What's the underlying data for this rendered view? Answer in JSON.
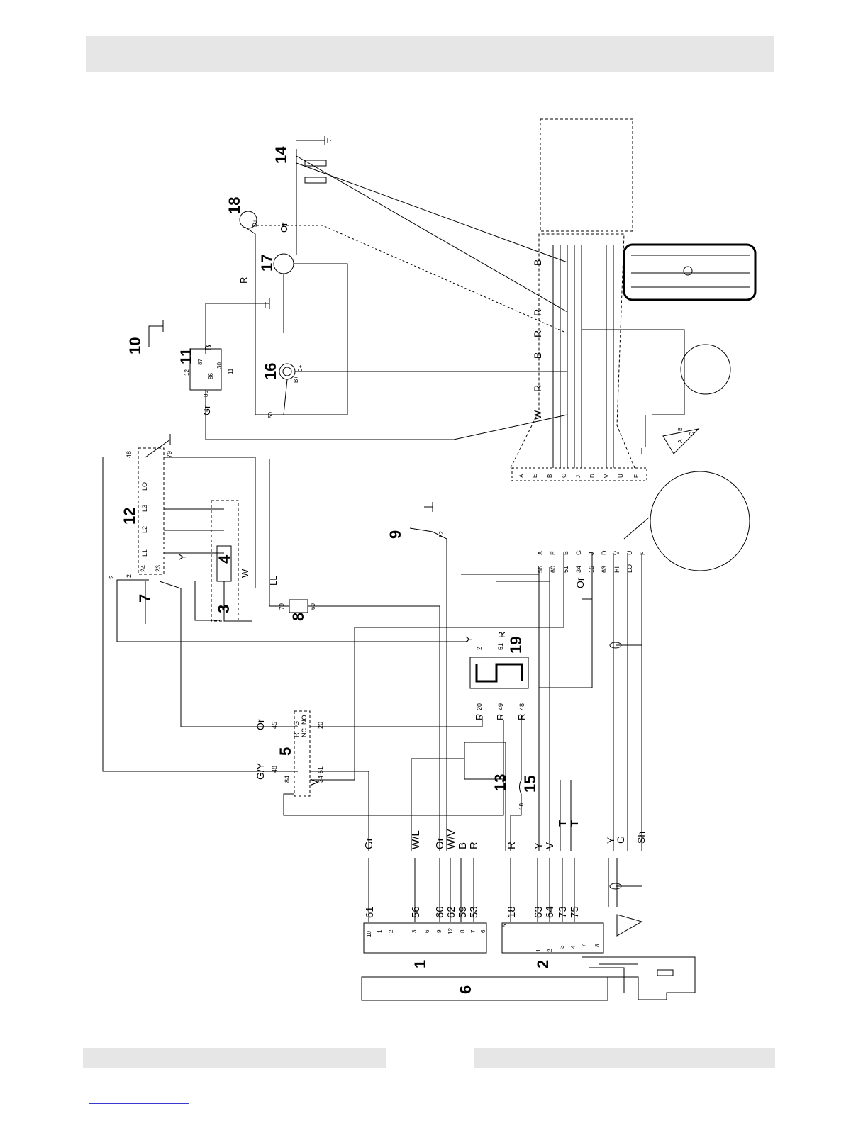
{
  "component_numbers": {
    "c1": "1",
    "c2": "2",
    "c3": "3",
    "c4": "4",
    "c5": "5",
    "c6": "6",
    "c7": "7",
    "c8": "8",
    "c9": "9",
    "c10": "10",
    "c11": "11",
    "c12": "12",
    "c13": "13",
    "c14": "14",
    "c15": "15",
    "c16": "16",
    "c17": "17",
    "c18": "18",
    "c19": "19"
  },
  "terminal_block_1": {
    "wire_numbers": [
      "61",
      "56",
      "60",
      "62",
      "59",
      "53"
    ],
    "wire_colors": [
      "Gr",
      "W/L",
      "Or",
      "W/V",
      "B",
      "R"
    ],
    "pins": [
      "10",
      "1",
      "2",
      "3",
      "6",
      "9",
      "12",
      "8",
      "7",
      "6"
    ]
  },
  "terminal_block_2": {
    "wire_numbers": [
      "18",
      "63",
      "64",
      "73",
      "75"
    ],
    "wire_colors": [
      "R",
      "Y",
      "V",
      "T",
      "T"
    ],
    "pins": [
      "5",
      "1",
      "2",
      "3",
      "4",
      "7",
      "8"
    ]
  },
  "harness_connector": {
    "pins": [
      "A",
      "E",
      "B",
      "G",
      "J",
      "D",
      "V",
      "U",
      "F"
    ],
    "wires": [
      "56",
      "60",
      "51",
      "34",
      "15",
      "63",
      "HI",
      "LO"
    ],
    "colors": [
      "Or",
      "Sh",
      "Y",
      "G"
    ]
  },
  "ecu_connector_pins": [
    "A",
    "E",
    "B",
    "G",
    "J",
    "D",
    "V",
    "U",
    "F"
  ],
  "engine_wire_colors": [
    "B",
    "R",
    "R",
    "B",
    "R",
    "W"
  ],
  "component_12": {
    "terminals": [
      "LO",
      "L3",
      "L2",
      "L1",
      "24",
      "23",
      "2",
      "48",
      "79"
    ]
  },
  "component_5": {
    "wires": [
      "45",
      "20",
      "48",
      "84",
      "34-51"
    ],
    "colors": [
      "Or",
      "G/Y",
      "V"
    ],
    "contacts": [
      "NO",
      "NC",
      "R",
      "G"
    ]
  },
  "component_19": {
    "wires": [
      "2",
      "51",
      "20",
      "49",
      "48"
    ],
    "colors": [
      "Y",
      "R",
      "R",
      "R",
      "R"
    ]
  },
  "component_11": {
    "pins": [
      "12",
      "85",
      "86",
      "30",
      "11",
      "87"
    ]
  },
  "misc_labels": {
    "ll": "LL",
    "w": "W",
    "y": "Y",
    "b": "B",
    "r": "R",
    "gr": "Gr",
    "or": "Or",
    "n79": "79",
    "n60": "60",
    "n82": "82",
    "n50": "50",
    "n18": "18",
    "n2": "2"
  },
  "sensor_pins": [
    "A",
    "B",
    "C"
  ],
  "starter_labels": [
    "B+",
    "C+",
    "D+"
  ]
}
